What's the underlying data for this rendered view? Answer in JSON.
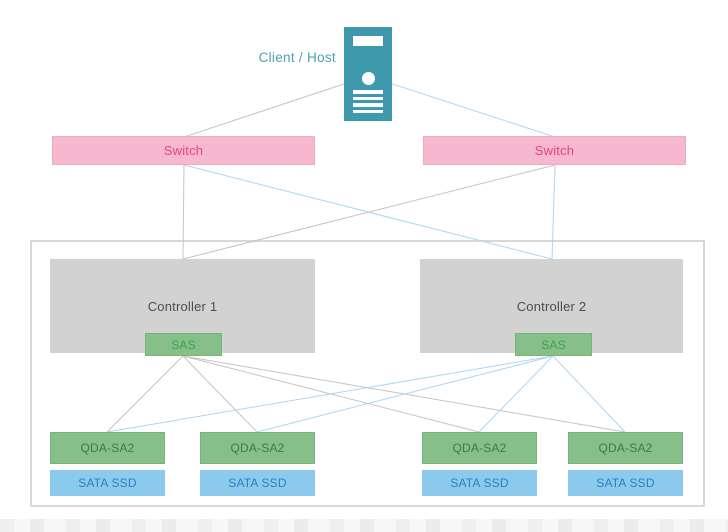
{
  "diagram": {
    "client_host": {
      "label": "Client / Host"
    },
    "switches": [
      {
        "label": "Switch"
      },
      {
        "label": "Switch"
      }
    ],
    "controllers": [
      {
        "label": "Controller 1",
        "port": "SAS"
      },
      {
        "label": "Controller 2",
        "port": "SAS"
      }
    ],
    "qda_adapters": [
      {
        "label": "QDA-SA2"
      },
      {
        "label": "QDA-SA2"
      },
      {
        "label": "QDA-SA2"
      },
      {
        "label": "QDA-SA2"
      }
    ],
    "ssd_drives": [
      {
        "label": "SATA SSD"
      },
      {
        "label": "SATA SSD"
      },
      {
        "label": "SATA SSD"
      },
      {
        "label": "SATA SSD"
      }
    ],
    "icons": {
      "server": "server-tower-icon"
    },
    "colors": {
      "teal": "#3e99ac",
      "teal_text": "#4ba1b4",
      "pink_fill": "#f5b8ce",
      "pink_border": "#f2a9c4",
      "pink_text": "#e9447d",
      "gray_fill": "#d2d2d2",
      "gray_text": "#4c4c4c",
      "green_fill": "#86bf88",
      "green_border": "#77b37a",
      "green_text": "#3da153",
      "green_text_dark": "#42784c",
      "blue_fill": "#8ccaed",
      "blue_text": "#2e7ec2",
      "line_gray": "#c4c4c4",
      "line_blue": "#abd7f2",
      "frame_border": "#d8d8d8"
    }
  }
}
